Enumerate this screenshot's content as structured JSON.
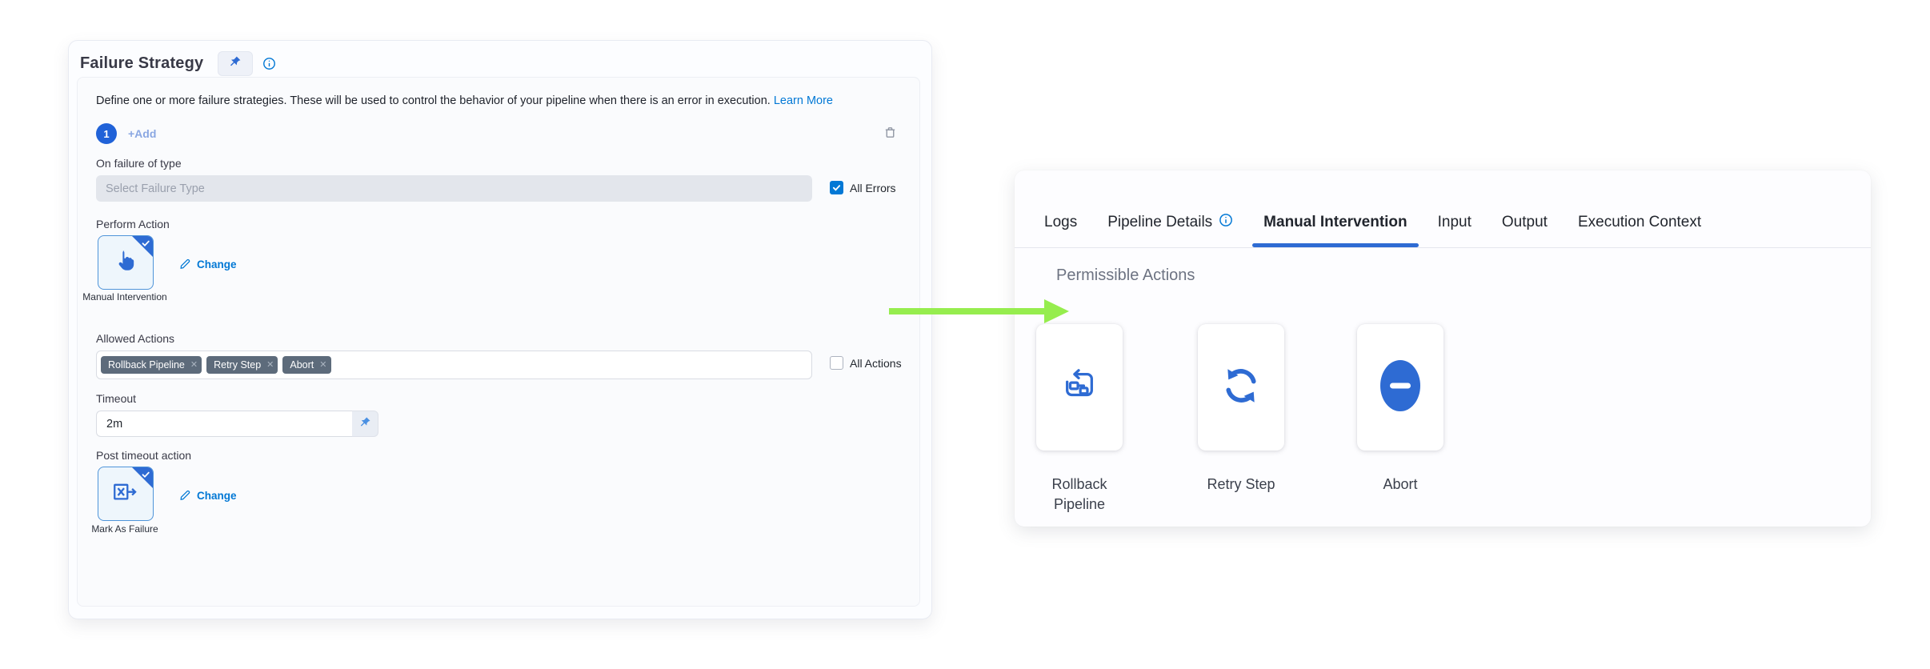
{
  "failure_strategy": {
    "title": "Failure Strategy",
    "description": "Define one or more failure strategies. These will be used to control the behavior of your pipeline when there is an error in execution.",
    "learn_more_label": "Learn More",
    "strategy_index": "1",
    "add_label": "+Add",
    "on_failure_label": "On failure of type",
    "failure_type_placeholder": "Select Failure Type",
    "all_errors_label": "All Errors",
    "perform_action_label": "Perform Action",
    "perform_action": {
      "name": "Manual Intervention",
      "change_label": "Change"
    },
    "allowed_actions_label": "Allowed Actions",
    "allowed_actions": [
      "Rollback Pipeline",
      "Retry Step",
      "Abort"
    ],
    "all_actions_label": "All Actions",
    "timeout_label": "Timeout",
    "timeout_value": "2m",
    "post_timeout_label": "Post timeout action",
    "post_timeout_action": {
      "name": "Mark As Failure",
      "change_label": "Change"
    }
  },
  "details_panel": {
    "tabs": [
      {
        "label": "Logs",
        "active": false
      },
      {
        "label": "Pipeline Details",
        "active": false,
        "has_info_icon": true
      },
      {
        "label": "Manual Intervention",
        "active": true
      },
      {
        "label": "Input",
        "active": false
      },
      {
        "label": "Output",
        "active": false
      },
      {
        "label": "Execution Context",
        "active": false
      }
    ],
    "heading": "Permissible Actions",
    "actions": [
      {
        "label": "Rollback Pipeline",
        "icon": "rollback-pipeline-icon"
      },
      {
        "label": "Retry Step",
        "icon": "retry-icon"
      },
      {
        "label": "Abort",
        "icon": "abort-icon"
      }
    ]
  },
  "ui_icons": {
    "remove": "✕"
  },
  "colors": {
    "accent_blue": "#0278d5",
    "icon_blue": "#2e6bd3",
    "badge_blue": "#2062d8",
    "chip_gray": "#5d6b7b",
    "arrow_green": "#96ed4e",
    "disabled_input": "#e3e6ec"
  }
}
